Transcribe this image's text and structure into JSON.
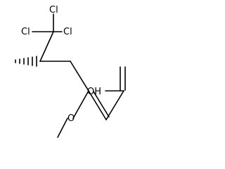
{
  "molecule": {
    "atoms": {
      "cl_top": "Cl",
      "cl_left": "Cl",
      "cl_right": "Cl",
      "methoxy_o": "O",
      "hydroxyl": "OH"
    }
  }
}
